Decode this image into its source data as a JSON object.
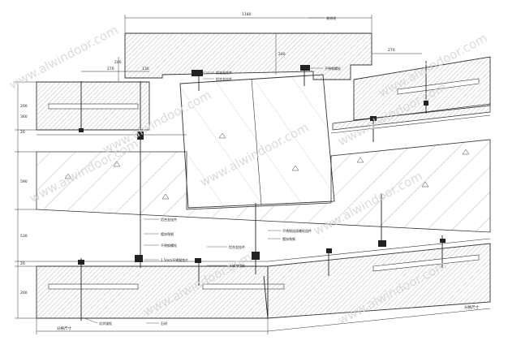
{
  "dimensions": {
    "top_width": "1180",
    "left_ear_width": "270",
    "right_ear_width": "270",
    "left_offset": "130",
    "left_vertical_240": "240",
    "right_vertical_240": "240",
    "left_v1": "200",
    "left_v2": "360",
    "left_v3": "20",
    "left_v4": "590",
    "left_v5": "530",
    "left_v6": "20",
    "left_v7": "200",
    "bottom_left": "分格尺寸",
    "bottom_right": "分格尺寸"
  },
  "annotations": {
    "top_right": "装饰线",
    "top_a": "铝合金挂件",
    "top_b": "铝合金挂件",
    "top_right2": "不锈钢螺栓",
    "mid_a": "铝合金挂件",
    "mid_b": "镀锌角钢",
    "mid_c": "不锈钢螺栓",
    "mid_d": "1.5mm不锈钢垫片",
    "mid_e": "铝合金挂件",
    "mid_f": "不锈钢螺栓",
    "right_a": "不锈钢连接螺栓组件",
    "right_b": "镀锌角钢",
    "bottom_a": "化学锚栓",
    "bottom_b": "石材"
  },
  "watermarks": [
    "www.alwindoor.com",
    "www.alwindoor.com",
    "www.alwindoor.com",
    "www.alwindoor.com",
    "www.alwindoor.com",
    "www.alwindoor.com",
    "www.alwindoor.com",
    "www.alwindoor.com",
    "www.alwindoor.com"
  ],
  "colors": {
    "line": "#333333",
    "hatch": "#bfbfbf",
    "watermark": "#d5d5d5"
  }
}
